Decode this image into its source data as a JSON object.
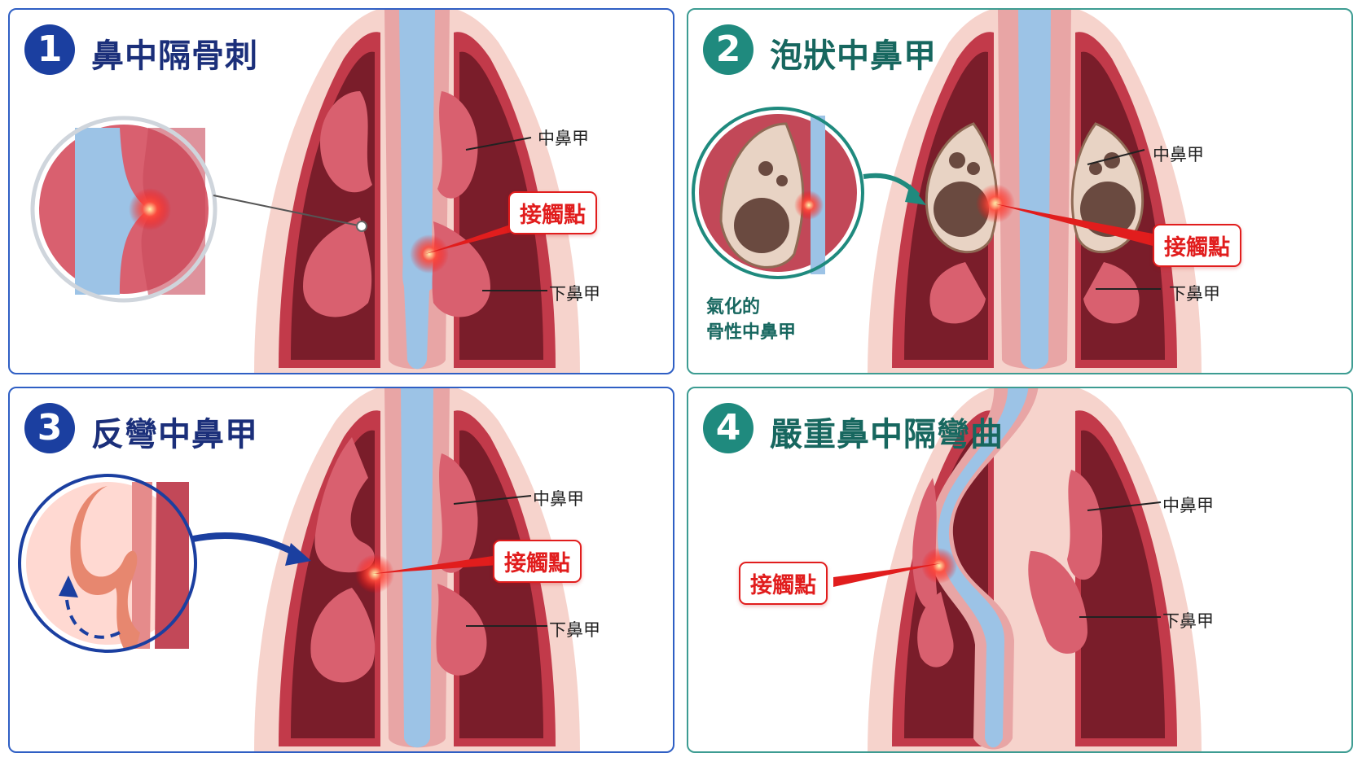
{
  "panels": [
    {
      "number": "1",
      "title": "鼻中隔骨刺",
      "middle_label": "中鼻甲",
      "lower_label": "下鼻甲",
      "contact_label": "接觸點"
    },
    {
      "number": "2",
      "title": "泡狀中鼻甲",
      "middle_label": "中鼻甲",
      "lower_label": "下鼻甲",
      "contact_label": "接觸點",
      "note_line1": "氣化的",
      "note_line2": "骨性中鼻甲"
    },
    {
      "number": "3",
      "title": "反彎中鼻甲",
      "middle_label": "中鼻甲",
      "lower_label": "下鼻甲",
      "contact_label": "接觸點"
    },
    {
      "number": "4",
      "title": "嚴重鼻中隔彎曲",
      "middle_label": "中鼻甲",
      "lower_label": "下鼻甲",
      "contact_label": "接觸點"
    }
  ],
  "colors": {
    "blue": "#1b3fa0",
    "teal": "#1f8a7e",
    "tissue": "#d9606f",
    "septum": "#9cc3e6",
    "contact": "#e11d1d"
  }
}
